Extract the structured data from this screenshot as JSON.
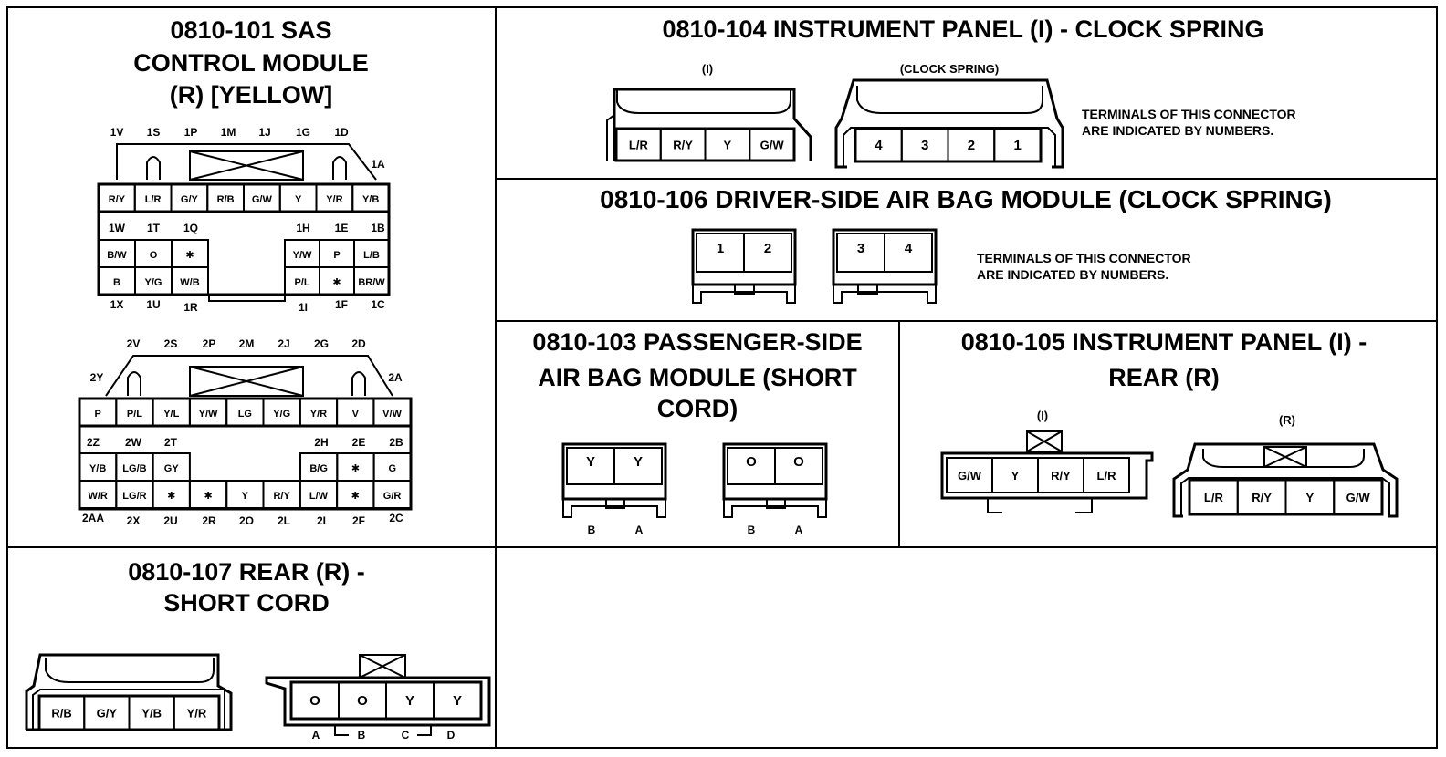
{
  "panels": {
    "p101": {
      "title_lines": [
        "0810-101 SAS",
        "CONTROL MODULE",
        "(R) [YELLOW]"
      ],
      "conn1": {
        "top_labels": [
          "1V",
          "1S",
          "1P",
          "1M",
          "1J",
          "1G",
          "1D"
        ],
        "corner_label": "1A",
        "row1": [
          "R/Y",
          "L/R",
          "G/Y",
          "R/B",
          "G/W",
          "Y",
          "Y/R",
          "Y/B"
        ],
        "mid_labels_left": [
          "1W",
          "1T",
          "1Q"
        ],
        "mid_labels_right": [
          "1H",
          "1E",
          "1B"
        ],
        "row2_left": [
          "B/W",
          "O",
          "✱"
        ],
        "row2_right": [
          "Y/W",
          "P",
          "L/B"
        ],
        "row3_left": [
          "B",
          "Y/G",
          "W/B"
        ],
        "row3_right": [
          "P/L",
          "✱",
          "BR/W"
        ],
        "bottom_labels_left": [
          "1X",
          "1U",
          "1R"
        ],
        "bottom_labels_right": [
          "1I",
          "1F",
          "1C"
        ]
      },
      "conn2": {
        "top_labels": [
          "2V",
          "2S",
          "2P",
          "2M",
          "2J",
          "2G",
          "2D"
        ],
        "corner_left": "2Y",
        "corner_right": "2A",
        "row1": [
          "P",
          "P/L",
          "Y/L",
          "Y/W",
          "LG",
          "Y/G",
          "Y/R",
          "V",
          "V/W"
        ],
        "mid_labels_left": [
          "2Z",
          "2W",
          "2T"
        ],
        "mid_labels_right": [
          "2H",
          "2E",
          "2B"
        ],
        "row2_left": [
          "Y/B",
          "LG/B",
          "GY"
        ],
        "row2_right": [
          "B/G",
          "✱",
          "G"
        ],
        "row3": [
          "W/R",
          "LG/R",
          "✱",
          "✱",
          "Y",
          "R/Y",
          "L/W",
          "✱",
          "G/R"
        ],
        "bottom_labels": [
          "2AA",
          "2X",
          "2U",
          "2R",
          "2O",
          "2L",
          "2I",
          "2F",
          "2C"
        ]
      }
    },
    "p104": {
      "title": "0810-104 INSTRUMENT PANEL (I) - CLOCK SPRING",
      "left_caption": "(I)",
      "right_caption": "(CLOCK SPRING)",
      "left_pins": [
        "L/R",
        "R/Y",
        "Y",
        "G/W"
      ],
      "right_pins": [
        "4",
        "3",
        "2",
        "1"
      ],
      "note_lines": [
        "TERMINALS OF THIS CONNECTOR",
        "ARE INDICATED BY NUMBERS."
      ]
    },
    "p106": {
      "title": "0810-106 DRIVER-SIDE AIR BAG MODULE (CLOCK SPRING)",
      "left_pins": [
        "1",
        "2"
      ],
      "right_pins": [
        "3",
        "4"
      ],
      "note_lines": [
        "TERMINALS OF THIS CONNECTOR",
        "ARE INDICATED BY NUMBERS."
      ]
    },
    "p103": {
      "title_lines": [
        "0810-103 PASSENGER-SIDE",
        "AIR BAG MODULE (SHORT",
        "CORD)"
      ],
      "left_pins": [
        "Y",
        "Y"
      ],
      "right_pins": [
        "O",
        "O"
      ],
      "left_bottom": [
        "B",
        "A"
      ],
      "right_bottom": [
        "B",
        "A"
      ]
    },
    "p105": {
      "title_lines": [
        "0810-105 INSTRUMENT PANEL (I) -",
        "REAR (R)"
      ],
      "left_caption": "(I)",
      "right_caption": "(R)",
      "left_pins": [
        "G/W",
        "Y",
        "R/Y",
        "L/R"
      ],
      "right_pins": [
        "L/R",
        "R/Y",
        "Y",
        "G/W"
      ]
    },
    "p107": {
      "title_lines": [
        "0810-107 REAR (R) -",
        "SHORT CORD"
      ],
      "left_pins": [
        "R/B",
        "G/Y",
        "Y/B",
        "Y/R"
      ],
      "right_pins": [
        "O",
        "O",
        "Y",
        "Y"
      ],
      "right_bottom": [
        "A",
        "B",
        "C",
        "D"
      ]
    }
  }
}
